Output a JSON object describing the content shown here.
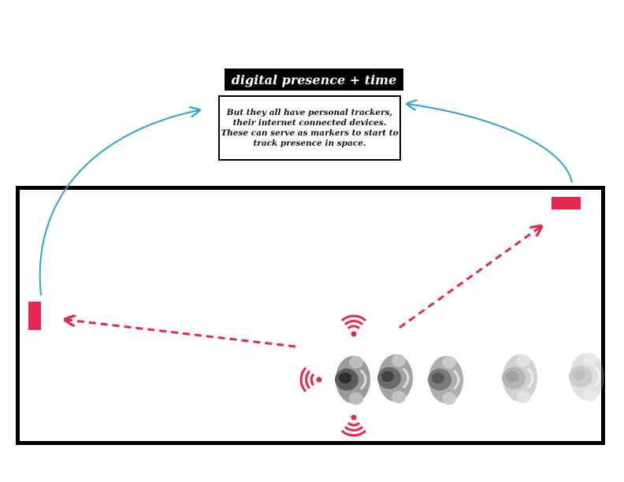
{
  "title": "digital presence + time",
  "description": [
    "But they all have personal trackers,",
    "their internet connected devices.",
    "These can serve as markers to start to",
    "track presence in space."
  ],
  "colors": {
    "marker": "#e8264f",
    "arrow": "#2aa6d6",
    "outline": "#000000"
  },
  "icons": [
    "wifi-signal-icon",
    "person-figure-icon",
    "marker-rectangle"
  ]
}
